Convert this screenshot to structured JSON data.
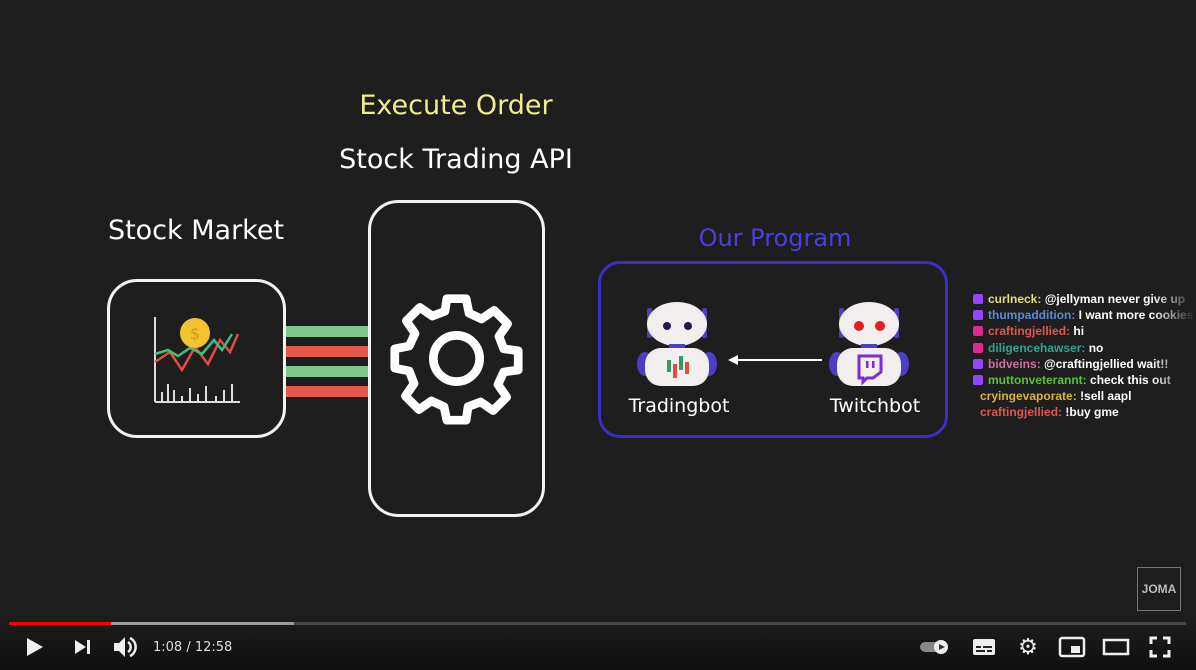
{
  "video": {
    "execute_order": "Execute Order",
    "api_title": "Stock Trading API",
    "market_title": "Stock Market",
    "program_title": "Our Program",
    "bots": [
      {
        "label": "Tradingbot"
      },
      {
        "label": "Twitchbot"
      }
    ],
    "watermark": "JOMA",
    "colors": {
      "execute": "#f1ec8e",
      "program": "#4b3fe0",
      "green": "#7fc98c",
      "red": "#e8574b"
    }
  },
  "chat": [
    {
      "user": "curlneck",
      "msg": "@jellyman never give up",
      "color": "#e3df7b",
      "badge": "#9146ff"
    },
    {
      "user": "thumpaddition",
      "msg": "I want more cookies",
      "color": "#5a8ad6",
      "badge": "#9146ff"
    },
    {
      "user": "craftingjellied",
      "msg": "hi",
      "color": "#e0574f",
      "badge": "#e0288e"
    },
    {
      "user": "diligencehawser",
      "msg": "no",
      "color": "#2fa58f",
      "badge": "#e0288e"
    },
    {
      "user": "bidveins",
      "msg": "@craftingjellied wait!!",
      "color": "#d06fa4",
      "badge": "#9146ff"
    },
    {
      "user": "muttonveterannt",
      "msg": "check this out",
      "color": "#5bc236",
      "badge": "#9146ff"
    },
    {
      "user": "cryingevaporate",
      "msg": "!sell aapl",
      "color": "#d8b43a",
      "badge": ""
    },
    {
      "user": "craftingjellied",
      "msg": "!buy gme",
      "color": "#e0574f",
      "badge": ""
    }
  ],
  "player": {
    "time": "1:08 / 12:58",
    "progress_fraction": 0.087,
    "buffered_fraction": 0.242
  }
}
